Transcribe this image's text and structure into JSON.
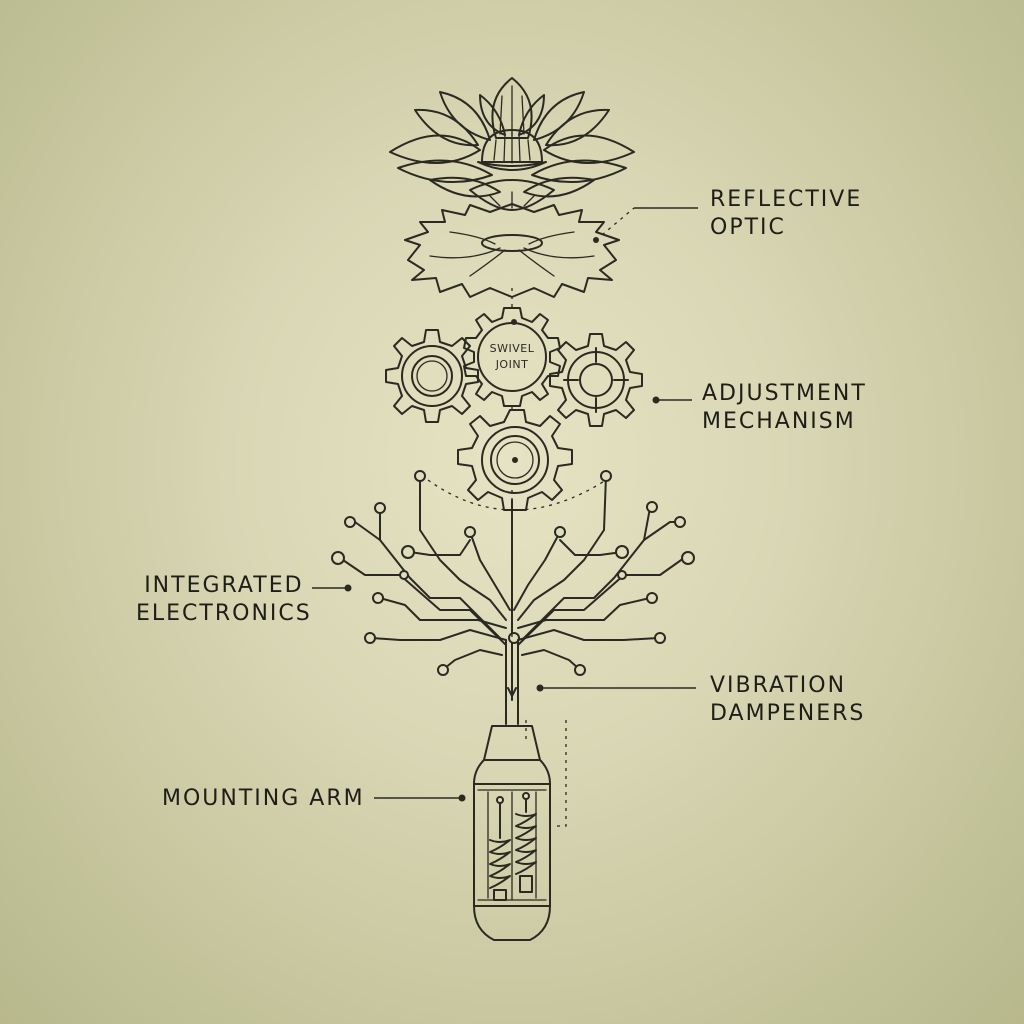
{
  "labels": {
    "reflective_optic": [
      "REFLECTIVE",
      "OPTIC"
    ],
    "adjustment_mechanism": [
      "ADJUSTMENT",
      "MECHANISM"
    ],
    "integrated_electronics": [
      "INTEGRATED",
      "ELECTRONICS"
    ],
    "vibration_dampeners": [
      "VIBRATION",
      "DAMPENERS"
    ],
    "mounting_arm": "MOUNTING ARM",
    "swivel_joint": [
      "SWIVEL",
      "JOINT"
    ]
  },
  "colors": {
    "ink": "#2a2a22",
    "background": "#d8d6b3"
  }
}
